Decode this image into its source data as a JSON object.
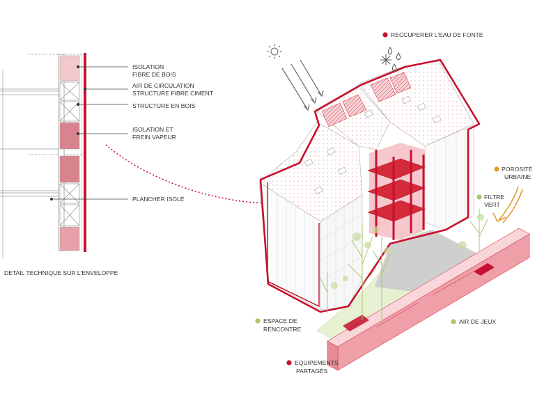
{
  "detail": {
    "caption": "DETAIL TECHNIQUE SUR L'ENVELOPPE",
    "labels": [
      {
        "line1": "ISOLATION",
        "line2": "FIBRE DE BOIS"
      },
      {
        "line1": "AIR DE CIRCULATION",
        "line2": "STRUCTURE FIBRE CIMENT"
      },
      {
        "line1": "STRUCTURE EN BOIS",
        "line2": ""
      },
      {
        "line1": "ISOLATION ET",
        "line2": "FREIN VAPEUR"
      },
      {
        "line1": "PLANCHER ISOLÉ",
        "line2": ""
      }
    ]
  },
  "axo": {
    "callouts": [
      {
        "line1": "RECCUPERER L'EAU DE FONTE",
        "line2": "",
        "dot": "red"
      },
      {
        "line1": "POROSITÉ",
        "line2": "URBAINE",
        "dot": "orange"
      },
      {
        "line1": "FILTRE",
        "line2": "VERT",
        "dot": "green"
      },
      {
        "line1": "ESPACE DE",
        "line2": "RENCONTRE",
        "dot": "green"
      },
      {
        "line1": "AIR DE JEUX",
        "line2": "",
        "dot": "green"
      },
      {
        "line1": "EQUIPEMENTS",
        "line2": "PARTAGÉS",
        "dot": "red"
      }
    ]
  },
  "colors": {
    "red": "#c8102e",
    "pink": "#e8a0a8",
    "pink_light": "#f3c9cd",
    "green": "#a8c66c",
    "orange": "#e39a2b",
    "grey": "#c8c8c8",
    "line": "#555555"
  },
  "icons": [
    "sun-icon",
    "snowflake-icon",
    "raindrop-icon",
    "rays-arrow-icon",
    "curved-arrow-icon",
    "wind-arrow-icon"
  ]
}
